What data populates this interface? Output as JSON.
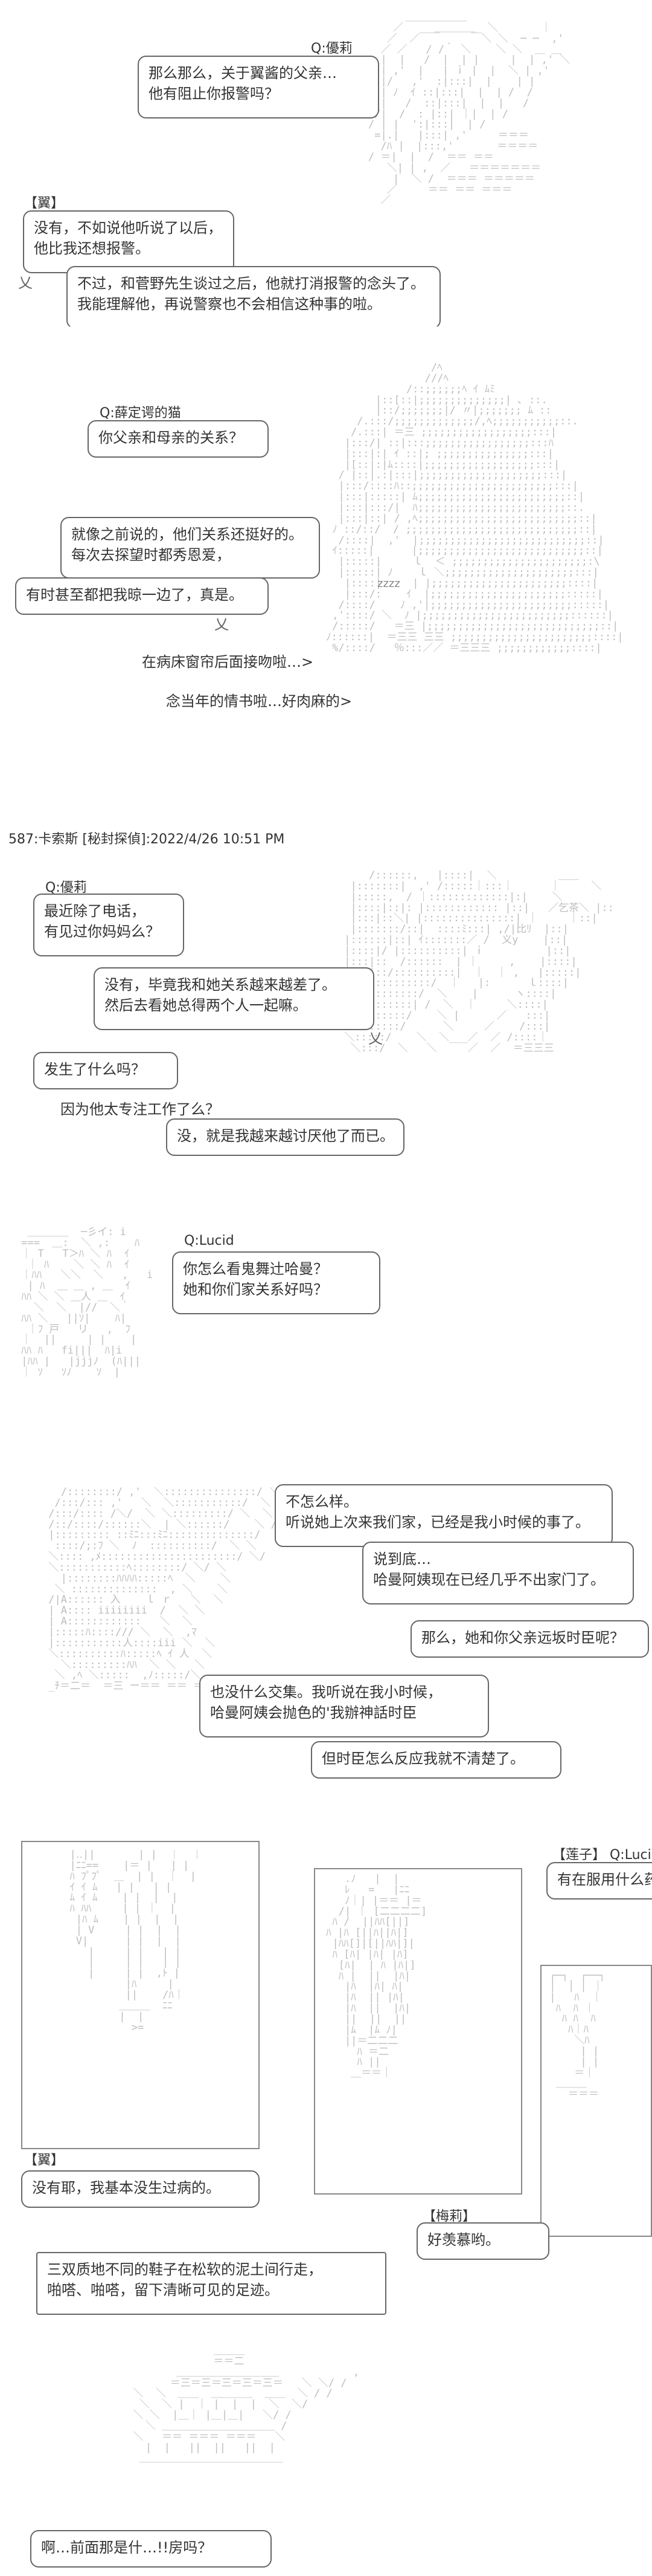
{
  "p1": {
    "speaker_q": "Q:優莉",
    "q1": [
      "那么那么，关于翼酱的父亲…",
      "他有阻止你报警吗？"
    ],
    "speaker_a": "【翼】",
    "a1": [
      "没有，不如说他听说了以后，",
      "他比我还想报警。"
    ],
    "a2": [
      "不过，和菅野先生谈过之后，他就打消报警的念头了。",
      "我能理解他，再说警察也不会相信这种事的啦。"
    ]
  },
  "p2": {
    "speaker_q": "Q:薛定谔的猫",
    "q1": [
      "你父亲和母亲的关系？"
    ],
    "a1": [
      "就像之前说的，他们关系还挺好的。",
      "每次去探望时都秀恩爱，"
    ],
    "a2": [
      "有时甚至都把我晾一边了，真是。"
    ],
    "t1": "在病床窗帘后面接吻啦…>",
    "t2": "念当年的情书啦…好肉麻的>",
    "zzz": "zzzz"
  },
  "timestamp": "587:卡索斯 [秘封探偵]:2022/4/26 10:51 PM",
  "p3": {
    "speaker_q": "Q:優莉",
    "q1": [
      "最近除了电话，",
      "有见过你妈妈么？"
    ],
    "a1": [
      "没有，毕竟我和她关系越来越差了。",
      "然后去看她总得两个人一起嘛。"
    ],
    "q2": [
      "发生了什么吗？"
    ],
    "t1": "因为他太专注工作了么？",
    "a2": [
      "没，就是我越来越讨厌他了而已。"
    ]
  },
  "p4": {
    "speaker_q": "Q:Lucid",
    "q1": [
      "你怎么看鬼舞辻哈曼？",
      "她和你们家关系好吗？"
    ]
  },
  "p5": {
    "a1": [
      "不怎么样。",
      "听说她上次来我们家，已经是我小时候的事了。"
    ],
    "a2": [
      "说到底…",
      "哈曼阿姨现在已经几乎不出家门了。"
    ],
    "q1": [
      "那么，她和你父亲远坂时臣呢？"
    ],
    "a3": [
      "也没什么交集。我听说在我小时候，",
      "哈曼阿姨会抛色的'我辦神話时臣"
    ],
    "a4": [
      "但时臣怎么反应我就不清楚了。"
    ]
  },
  "p6": {
    "speaker_q": "【莲子】 Q:Lucid",
    "q1": [
      "有在服用什么药"
    ],
    "speaker_a": "【翼】",
    "a1": [
      "没有耶，我基本没生过病的。"
    ],
    "speaker_m": "【梅莉】",
    "m1": [
      "好羡慕哟。"
    ],
    "narr": [
      "三双质地不同的鞋子在松软的泥土间行走，",
      "啪嗒、啪嗒，留下清晰可见的足迹。"
    ]
  },
  "p7": {
    "a1": [
      "啊…前面那是什…!!房吗？"
    ]
  },
  "icons": {
    "tail": "tail-icon"
  }
}
